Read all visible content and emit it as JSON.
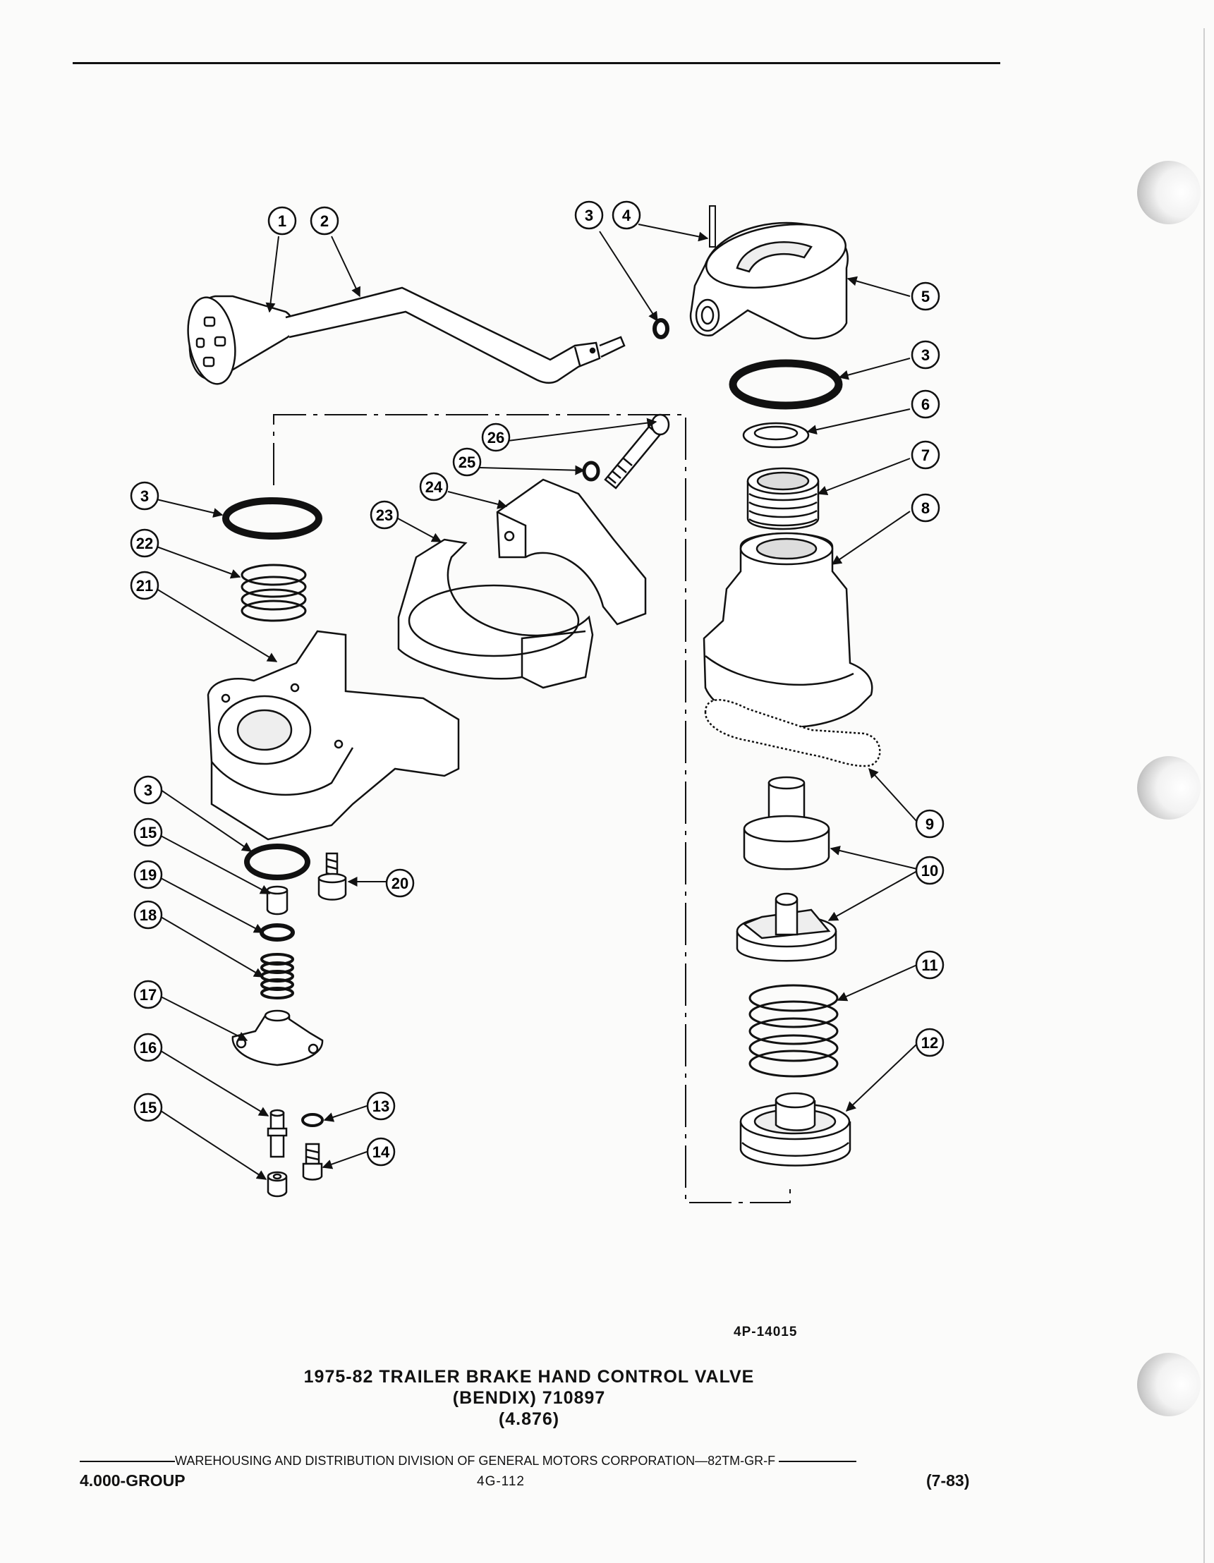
{
  "figure_code": "4P-14015",
  "caption": {
    "line1": "1975-82 TRAILER BRAKE HAND CONTROL VALVE",
    "line2": "(BENDIX) 710897",
    "line3": "(4.876)"
  },
  "footer": {
    "division_text": "WAREHOUSING AND DISTRIBUTION  DIVISION OF GENERAL MOTORS CORPORATION—82TM-GR-F",
    "group": "4.000-GROUP",
    "page_number": "4G-112",
    "date_code": "(7-83)"
  },
  "callouts": [
    {
      "id": "c1",
      "label": "1"
    },
    {
      "id": "c2",
      "label": "2"
    },
    {
      "id": "c3a",
      "label": "3"
    },
    {
      "id": "c4",
      "label": "4"
    },
    {
      "id": "c5",
      "label": "5"
    },
    {
      "id": "c3b",
      "label": "3"
    },
    {
      "id": "c6",
      "label": "6"
    },
    {
      "id": "c7",
      "label": "7"
    },
    {
      "id": "c8",
      "label": "8"
    },
    {
      "id": "c26",
      "label": "26"
    },
    {
      "id": "c25",
      "label": "25"
    },
    {
      "id": "c24",
      "label": "24"
    },
    {
      "id": "c23",
      "label": "23"
    },
    {
      "id": "c3c",
      "label": "3"
    },
    {
      "id": "c22",
      "label": "22"
    },
    {
      "id": "c21",
      "label": "21"
    },
    {
      "id": "c9",
      "label": "9"
    },
    {
      "id": "c3d",
      "label": "3"
    },
    {
      "id": "c15a",
      "label": "15"
    },
    {
      "id": "c20",
      "label": "20"
    },
    {
      "id": "c19",
      "label": "19"
    },
    {
      "id": "c18",
      "label": "18"
    },
    {
      "id": "c10",
      "label": "10"
    },
    {
      "id": "c11",
      "label": "11"
    },
    {
      "id": "c17",
      "label": "17"
    },
    {
      "id": "c12",
      "label": "12"
    },
    {
      "id": "c16",
      "label": "16"
    },
    {
      "id": "c13",
      "label": "13"
    },
    {
      "id": "c15b",
      "label": "15"
    },
    {
      "id": "c14",
      "label": "14"
    }
  ]
}
